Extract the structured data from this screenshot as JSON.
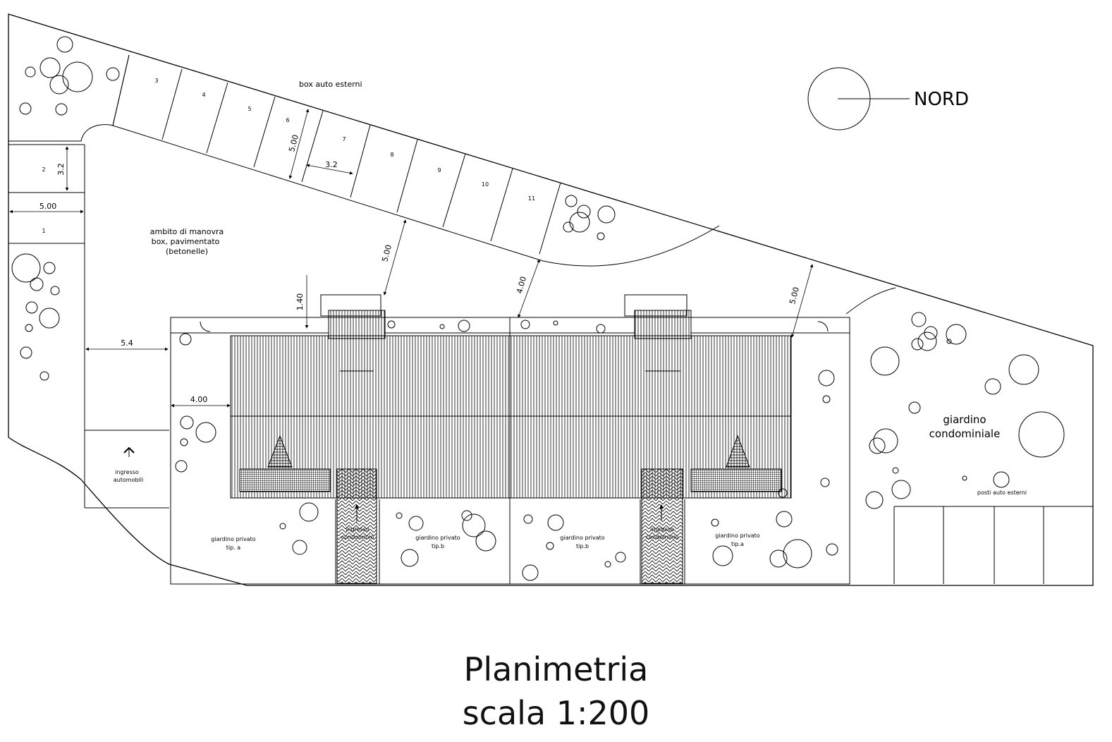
{
  "labels": {
    "north": "NORD",
    "box_auto_esterni": "box auto esterni",
    "ambito_line1": "ambito di manovra",
    "ambito_line2": "box, pavimentato",
    "ambito_line3": "(betonelle)",
    "ingresso_auto_line1": "ingresso",
    "ingresso_auto_line2": "automobili",
    "ingresso_condominio_line1": "ingresso",
    "ingresso_condominio_line2": "condominio",
    "giardino_privato": "giardino privato",
    "tip_a": "tip. a",
    "tip_b": "tip.b",
    "tip_a2": "tip.a",
    "giardino_condominiale_line1": "giardino",
    "giardino_condominiale_line2": "condominiale",
    "posti_auto_esterni": "posti auto esterni"
  },
  "boxes": [
    "3",
    "4",
    "5",
    "6",
    "7",
    "8",
    "9",
    "10",
    "11",
    "2",
    "1"
  ],
  "dimensions": {
    "box_depth": "5.00",
    "box_width": "3.2",
    "box2_width": "3.2",
    "box2_depth": "5.00",
    "gap_a": "5.00",
    "gap_b": "4.00",
    "gap_c": "5.00",
    "stair_offset": "1.40",
    "lane_width": "5.4",
    "side_setback": "4.00"
  },
  "title": {
    "line1": "Planimetria",
    "line2": "scala 1:200"
  }
}
